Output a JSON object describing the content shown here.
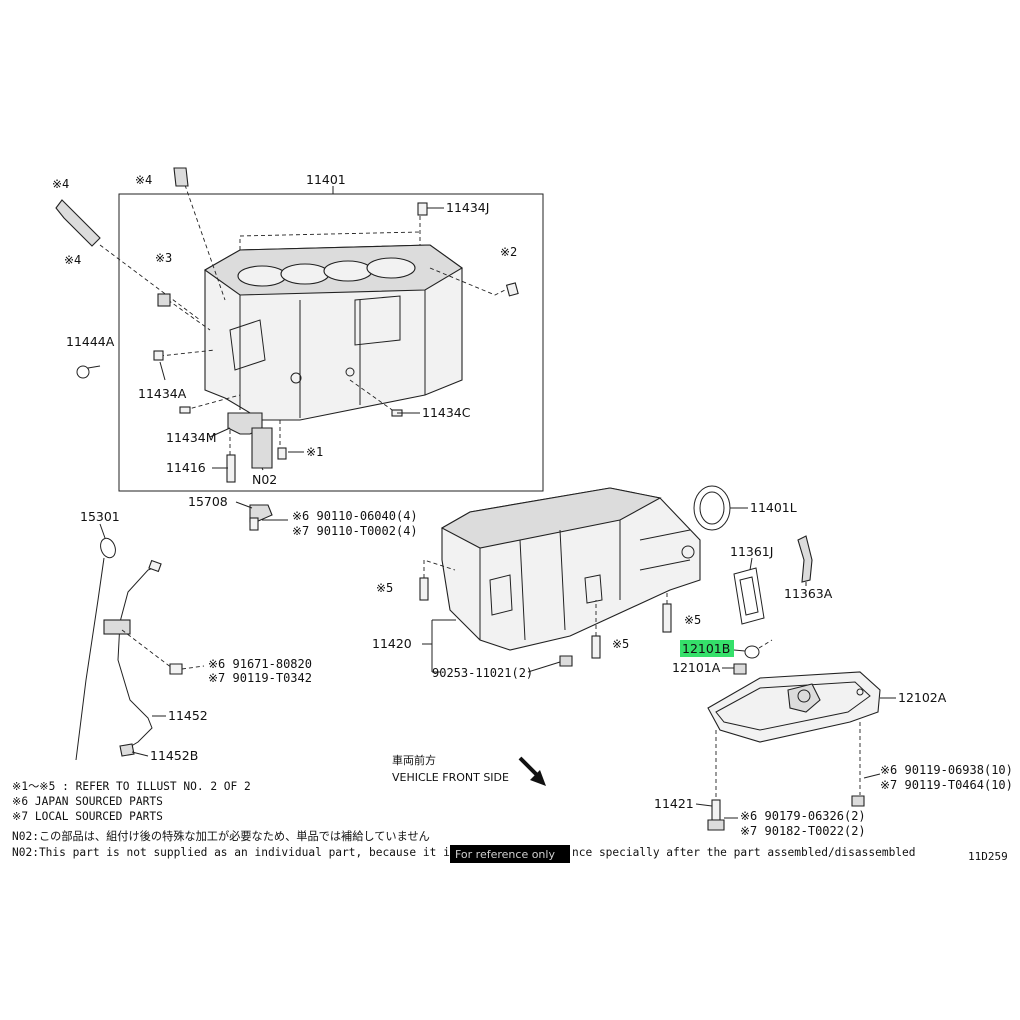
{
  "diagram": {
    "figure_code": "11D259",
    "highlight_color": "#35e06a",
    "callouts": {
      "p11401": "11401",
      "p11434J": "11434J",
      "p11444A": "11444A",
      "p11434A": "11434A",
      "p11434C": "11434C",
      "p11434M": "11434M",
      "p11416": "11416",
      "pN02": "N02",
      "p15708": "15708",
      "p15301": "15301",
      "p11401L": "11401L",
      "p11361J": "11361J",
      "p11363A": "11363A",
      "p11420": "11420",
      "p12101B": "12101B",
      "p12101A": "12101A",
      "p12102A": "12102A",
      "p11452": "11452",
      "p11452B": "11452B",
      "p11421": "11421"
    },
    "marks": {
      "m1": "※1",
      "m2": "※2",
      "m3": "※3",
      "m4a": "※4",
      "m4b": "※4",
      "m4c": "※4",
      "m5a": "※5",
      "m5b": "※5",
      "m5c": "※5"
    },
    "part_numbers": {
      "bolt15708_jp": "※6 90110-06040(4)",
      "bolt15708_local": "※7 90110-T0002(4)",
      "bolt_guide_jp": "※6 91671-80820",
      "bolt_guide_local": "※7 90119-T0342",
      "plug": "90253-11021(2)",
      "pan_bolt_jp": "※6 90119-06938(10)",
      "pan_bolt_local": "※7 90119-T0464(10)",
      "stud_nut_jp": "※6 90179-06326(2)",
      "stud_nut_local": "※7 90182-T0022(2)"
    },
    "direction": {
      "jp": "車両前方",
      "en": "VEHICLE FRONT SIDE"
    },
    "notes": {
      "n1": "※1～※5 : REFER TO ILLUST NO. 2 OF 2",
      "n2": "※6 JAPAN SOURCED PARTS",
      "n3": "※7 LOCAL SOURCED PARTS",
      "n4": "N02:この部品は、組付け後の特殊な加工が必要なため、単品では補給していません",
      "n5": "N02:This part is not supplied as an individual part, because it is no",
      "n5_end": "nce specially after the part assembled/disassembled"
    },
    "watermark": "For reference only"
  }
}
